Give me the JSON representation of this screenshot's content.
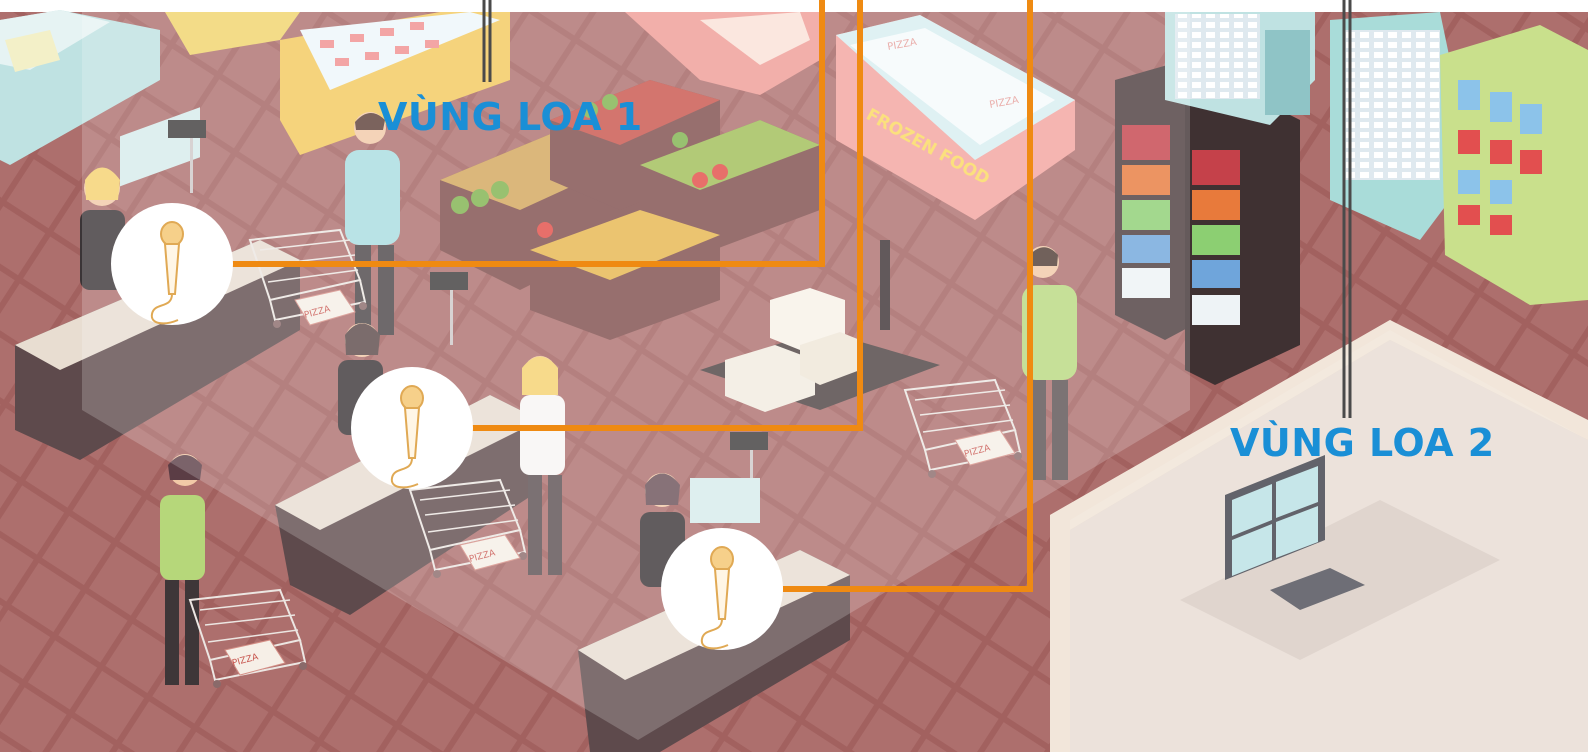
{
  "zones": [
    {
      "label": "VÙNG LOA 1"
    },
    {
      "label": "VÙNG LOA 2"
    }
  ],
  "packages": {
    "pizza": "PIZZA",
    "frozen_food": "FROZEN FOOD"
  },
  "icons": {
    "microphone": "microphone-icon"
  },
  "colors": {
    "zone_label": "#1a8fd6",
    "wire": "#ef8a12",
    "floor": "#a8666a",
    "overlay": "#ffffff"
  }
}
